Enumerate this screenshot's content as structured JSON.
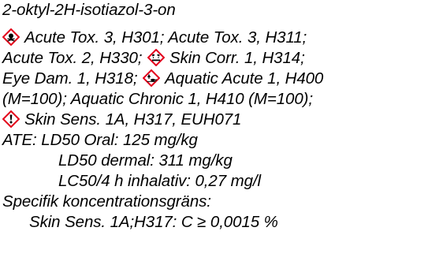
{
  "substance": {
    "name": "2-oktyl-2H-isotiazol-3-on"
  },
  "classification": [
    {
      "icon": "skull-crossbones-pictogram-icon",
      "entries": [
        "Acute Tox. 3, H301;",
        "Acute Tox. 3, H311;",
        "Acute Tox. 2, H330;"
      ]
    },
    {
      "icon": "corrosion-pictogram-icon",
      "entries": [
        "Skin Corr. 1, H314;",
        "Eye Dam. 1, H318;"
      ]
    },
    {
      "icon": "environment-pictogram-icon",
      "entries": [
        "Aquatic Acute 1, H400",
        "(M=100); Aquatic Chronic 1, H410 (M=100);"
      ]
    },
    {
      "icon": "exclamation-mark-pictogram-icon",
      "entries": [
        "Skin Sens. 1A, H317, EUH071"
      ]
    }
  ],
  "ate": {
    "label": "ATE:",
    "oral": "LD50 Oral: 125 mg/kg",
    "dermal": "LD50 dermal: 311 mg/kg",
    "inhalation": "LC50/4 h inhalativ: 0,27 mg/l"
  },
  "scl": {
    "label": "Specifik koncentrationsgräns:",
    "entry": "Skin Sens. 1A;H317: C ≥ 0,0015 %"
  },
  "colors": {
    "pictogram_border": "#e3001b",
    "text": "#000000",
    "background": "#ffffff"
  }
}
